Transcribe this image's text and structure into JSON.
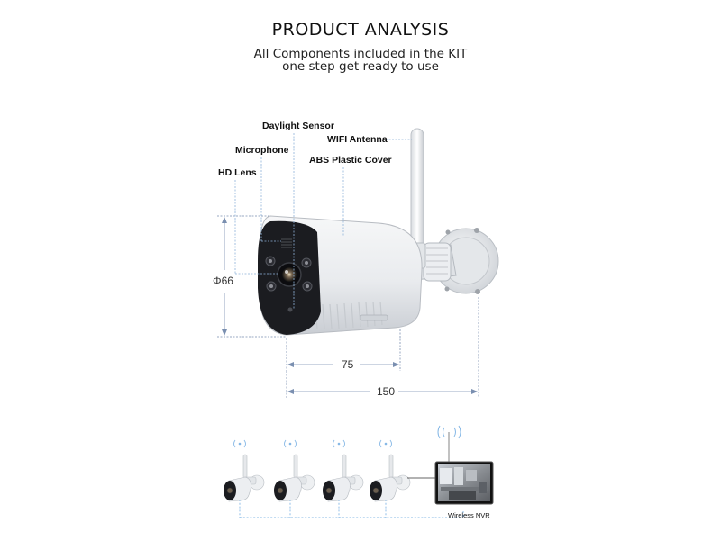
{
  "header": {
    "title": "PRODUCT ANALYSIS",
    "subtitle_line1": "All Components included in the KIT",
    "subtitle_line2": "one step get ready to use"
  },
  "callouts": {
    "daylight_sensor": "Daylight Sensor",
    "wifi_antenna": "WIFI Antenna",
    "microphone": "Microphone",
    "abs_cover": "ABS Plastic Cover",
    "hd_lens": "HD Lens"
  },
  "dimensions": {
    "diameter": "Φ66",
    "length_body": "75",
    "length_total": "150"
  },
  "system": {
    "nvr_label": "Wireless NVR",
    "camera_count": 4
  },
  "colors": {
    "dim_line": "#7a8fb0",
    "callout_line": "#8fb3d9",
    "link_line": "#86b8e6",
    "camera_body": "#e8eaed",
    "camera_face": "#1b1c20"
  }
}
